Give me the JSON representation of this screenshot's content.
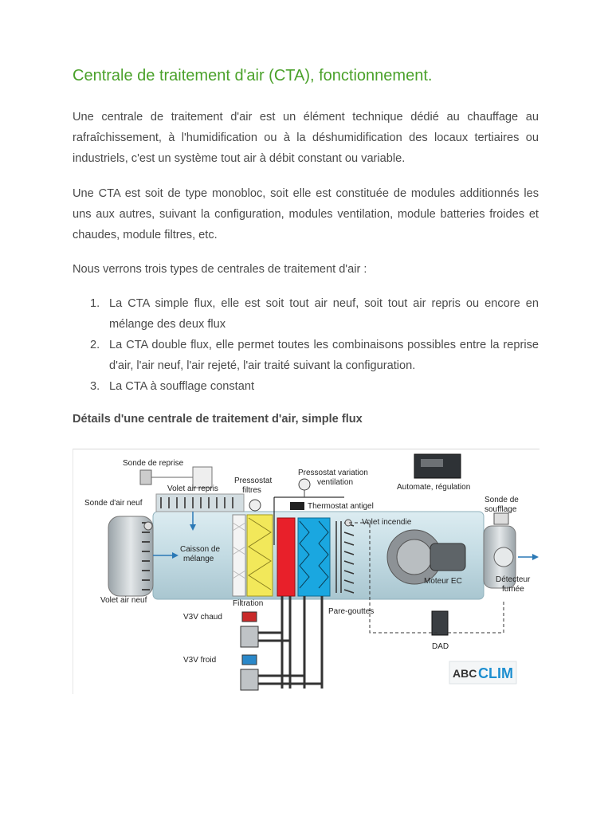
{
  "article": {
    "title": "Centrale de traitement d'air (CTA), fonctionnement.",
    "paragraphs": [
      "Une centrale de traitement d'air est un élément technique dédié au chauffage au rafraîchissement, à l'humidification ou à la déshumidification des locaux tertiaires ou industriels, c'est un système tout air à débit constant ou variable.",
      "Une CTA est soit de type monobloc, soit elle est constituée de modules additionnés les uns aux autres, suivant la configuration, modules ventilation, module batteries froides et chaudes, module filtres, etc.",
      "Nous verrons trois types de centrales de traitement d'air :"
    ],
    "list": [
      {
        "num": "1.",
        "text": "La CTA simple flux, elle est soit tout air neuf, soit tout air repris ou encore en mélange des deux flux"
      },
      {
        "num": "2.",
        "text": "La CTA double flux, elle permet toutes les combinaisons possibles entre la reprise d'air, l'air neuf, l'air rejeté, l'air traité suivant la configuration."
      },
      {
        "num": "3.",
        "text": "La CTA à soufflage constant"
      }
    ],
    "subheading": "Détails d'une centrale de traitement d'air, simple flux"
  },
  "diagram": {
    "labels": {
      "sonde_reprise": "Sonde de reprise",
      "volet_air_repris": "Volet air repris",
      "pressostat_filtres_1": "Pressostat",
      "pressostat_filtres_2": "filtres",
      "pressostat_variation_1": "Pressostat variation",
      "pressostat_variation_2": "ventilation",
      "automate": "Automate, régulation",
      "sonde_air_neuf": "Sonde d'air neuf",
      "thermostat_antigel": "Thermostat antigel",
      "volet_incendie": "Volet incendie",
      "sonde_soufflage_1": "Sonde de",
      "sonde_soufflage_2": "soufflage",
      "caisson_1": "Caisson de",
      "caisson_2": "mélange",
      "moteur": "Moteur EC",
      "detecteur_1": "Détecteur",
      "detecteur_2": "fumée",
      "volet_air_neuf": "Volet air neuf",
      "filtration": "Filtration",
      "pare_gouttes": "Pare-gouttes",
      "v3v_chaud": "V3V chaud",
      "v3v_froid": "V3V froid",
      "dad": "DAD",
      "logo_abc": "ABC",
      "logo_clim": "CLIM"
    },
    "colors": {
      "casing": "#c9dfe6",
      "hot_coil": "#e8202a",
      "cold_coil": "#1aa7e0",
      "filter": "#f2e85a",
      "logo_blue": "#1e8fd0",
      "title_green": "#4aa12a"
    }
  }
}
